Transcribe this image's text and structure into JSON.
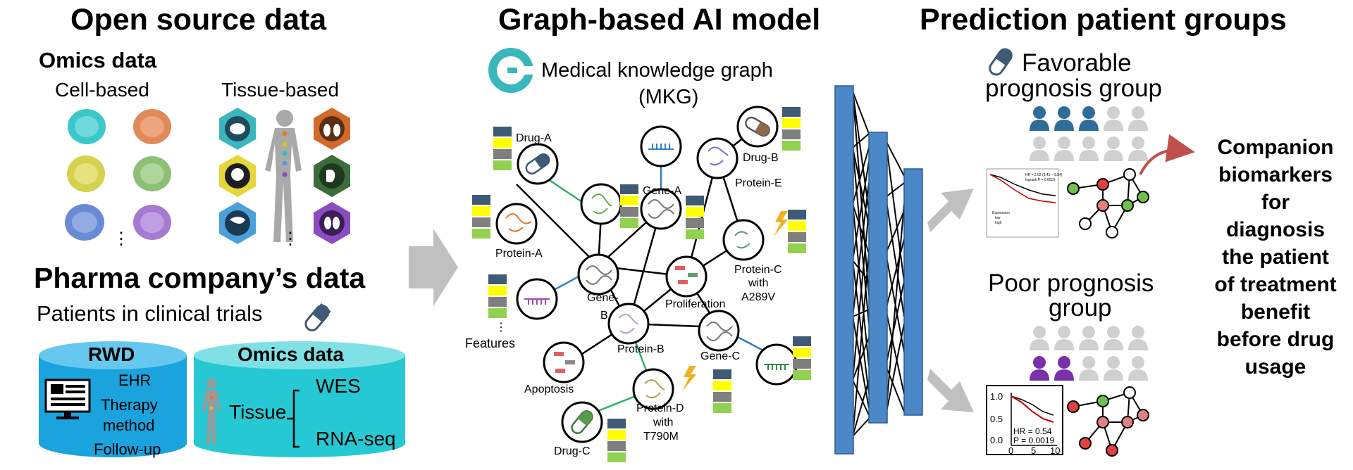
{
  "sections": {
    "left_title": "Open source data",
    "middle_title": "Graph-based AI model",
    "right_title": "Prediction patient groups"
  },
  "omics": {
    "heading": "Omics data",
    "cell_based": "Cell-based",
    "tissue_based": "Tissue-based",
    "dots": "⋮"
  },
  "pharma": {
    "heading": "Pharma company’s data",
    "patients": "Patients in clinical trials",
    "rwd": {
      "title": "RWD",
      "items": [
        "EHR",
        "Therapy",
        "method",
        "Follow-up"
      ]
    },
    "omics_cyl": {
      "title": "Omics data",
      "tissue": "Tissue",
      "branches": [
        "WES",
        "RNA-seq"
      ]
    }
  },
  "mkg": {
    "title_line1": "Medical knowledge graph",
    "title_line2": "(MKG)",
    "nodes": {
      "drug_a": "Drug-A",
      "drug_b": "Drug-B",
      "drug_c": "Drug-C",
      "gene_a": "Gene-A",
      "gene_b_1": "Gene-",
      "gene_b_2": "B",
      "gene_c": "Gene-C",
      "protein_a": "Protein-A",
      "protein_b": "Protein-B",
      "protein_c_1": "Protein-C",
      "protein_c_2": "with",
      "protein_c_3": "A289V",
      "protein_d_1": "Protein-D",
      "protein_d_2": "with",
      "protein_d_3": "T790M",
      "protein_e": "Protein-E",
      "proliferation": "Proliferation",
      "apoptosis": "Apoptosis"
    },
    "features_label": "Features",
    "features_dots": "⋮",
    "feature_colors": [
      "#3f5a75",
      "#ffff00",
      "#7f7f7f",
      "#92d050"
    ]
  },
  "prediction": {
    "favorable_line1": "Favorable",
    "favorable_line2": "prognosis group",
    "poor_line1": "Poor prognosis",
    "poor_line2": "group",
    "km_top": {
      "legend_line1": "HR = 2.52 (1.41 − 5.54)",
      "legend_line2": "logrank P = 0.0019",
      "legend_label": "Expression",
      "legend_low": "low",
      "legend_high": "high"
    },
    "km_poor": {
      "y_ticks": [
        "1.0",
        "0.5",
        "0.0"
      ],
      "x_ticks": [
        "0",
        "5",
        "10"
      ],
      "hr": "HR = 0.54",
      "p": "P = 0.0019"
    },
    "colors": {
      "favorable_person": "#2e6c9a",
      "poor_person": "#7b2fa8",
      "grey_person": "#d0d0d0"
    }
  },
  "companion": {
    "lines": [
      "Companion",
      "biomarkers",
      "for",
      "diagnosis",
      "the patient",
      "of treatment",
      "benefit",
      "before drug",
      "usage"
    ]
  },
  "colors": {
    "nn_bar": "#4c88c8",
    "arrow_grey": "#c0c0c0",
    "rwd_cyl": "#1aa3dd",
    "omics_cyl": "#26c9d3",
    "red_arrow": "#c0504d"
  }
}
